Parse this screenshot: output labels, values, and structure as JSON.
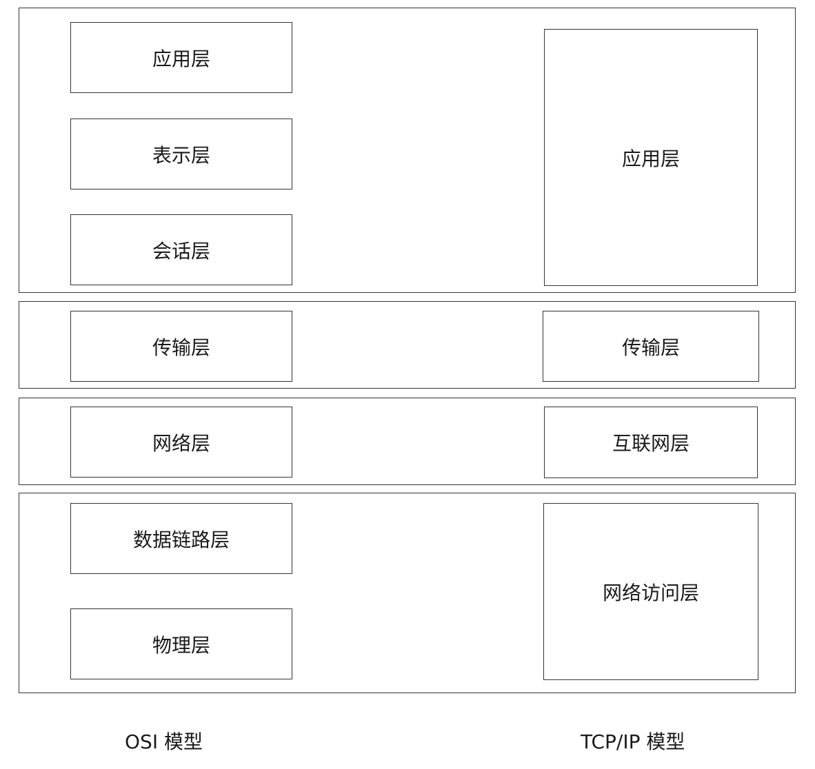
{
  "osi": {
    "caption": "OSI 模型",
    "layers": [
      "应用层",
      "表示层",
      "会话层",
      "传输层",
      "网络层",
      "数据链路层",
      "物理层"
    ]
  },
  "tcpip": {
    "caption": "TCP/IP 模型",
    "layers": [
      "应用层",
      "传输层",
      "互联网层",
      "网络访问层"
    ]
  }
}
